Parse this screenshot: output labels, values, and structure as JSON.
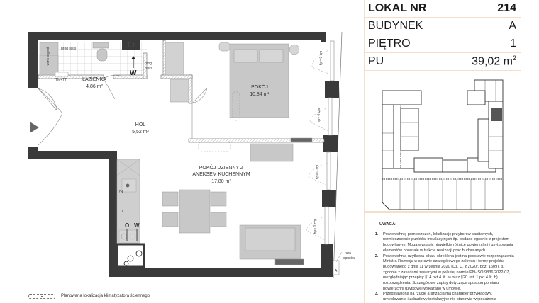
{
  "info": {
    "rows": [
      {
        "label": "LOKAL NR",
        "value": "214",
        "bold": true
      },
      {
        "label": "BUDYNEK",
        "value": "A"
      },
      {
        "label": "PIĘTRO",
        "value": "1"
      },
      {
        "label": "PU",
        "value": "39,02 m",
        "unit_sup": "2"
      }
    ]
  },
  "notes": {
    "title": "UWAGA:",
    "items": [
      "Powierzchnię pomieszczeń, lokalizację przyborów sanitarnych, rozmieszczenie punktów instalacyjnych itp. podano zgodnie z projektem budowlanym. Mogą wystąpić niewielkie różnice powierzchni i usytuowania elementów powstałe w trakcie realizacji prac budowlanych.",
      "Powierzchnia użytkowa lokalu określona jest na podstawie rozporządzenia Ministra Rozwoju w sprawie szczegółowego zakresu i formy projektu budowlanego z dnia 11 września 2020 (Dz. U. z 2020r. poz. 1609), tj. zgodnie z zasadami zawartymi w polskiej normie PN-ISO 9836:2022-07, uwzględniając przepisy §14 pkt 4 lit. a) oraz §20 ust. 1 pkt 4 lit. b) rozporządzenia. Szczegółowe zapisy dotyczące sposobu pomiaru powierzchni użytkowej wskazano w umowie.",
      "Przedstawiona na rzucie aranżacja ma charakter przykładowy, umeblowanie i zabudowy instalacyjne nie stanowią wyposażenia"
    ]
  },
  "plan": {
    "rooms": [
      {
        "name": "ŁAZIENKA",
        "area": "4,86 m²"
      },
      {
        "name": "HOL",
        "area": "5,52 m²"
      },
      {
        "name": "POKÓJ",
        "area": "10,84 m²"
      },
      {
        "name_line1": "POKÓJ DZIENNY Z",
        "name_line2": "ANEKSEM KUCHENNYM",
        "area": "17,80 m²"
      }
    ],
    "labels": {
      "prog_niski_1": "próg niski",
      "prog_niski_2a": "próg",
      "prog_niski_2b": "niski",
      "pralka_suszarka": "pralko-susz.",
      "tm_tt": "TM+TT",
      "w_marker": "W",
      "kitchen_z": "Z",
      "kitchen_l": "L",
      "kitchen_o": "O",
      "kitchen_w": "W",
      "window_hp": "hp= 0 cm",
      "rura_1": "rura",
      "rura_2": "spustowa",
      "rura_num": "A"
    }
  },
  "legend": {
    "text": "Planowana lokalizacja klimatyzatora ściennego"
  },
  "colors": {
    "wall": "#3a3a3a",
    "furniture": "#c8c8c8",
    "border_accent": "#f3dfcc",
    "highlight_unit": "#555555"
  }
}
